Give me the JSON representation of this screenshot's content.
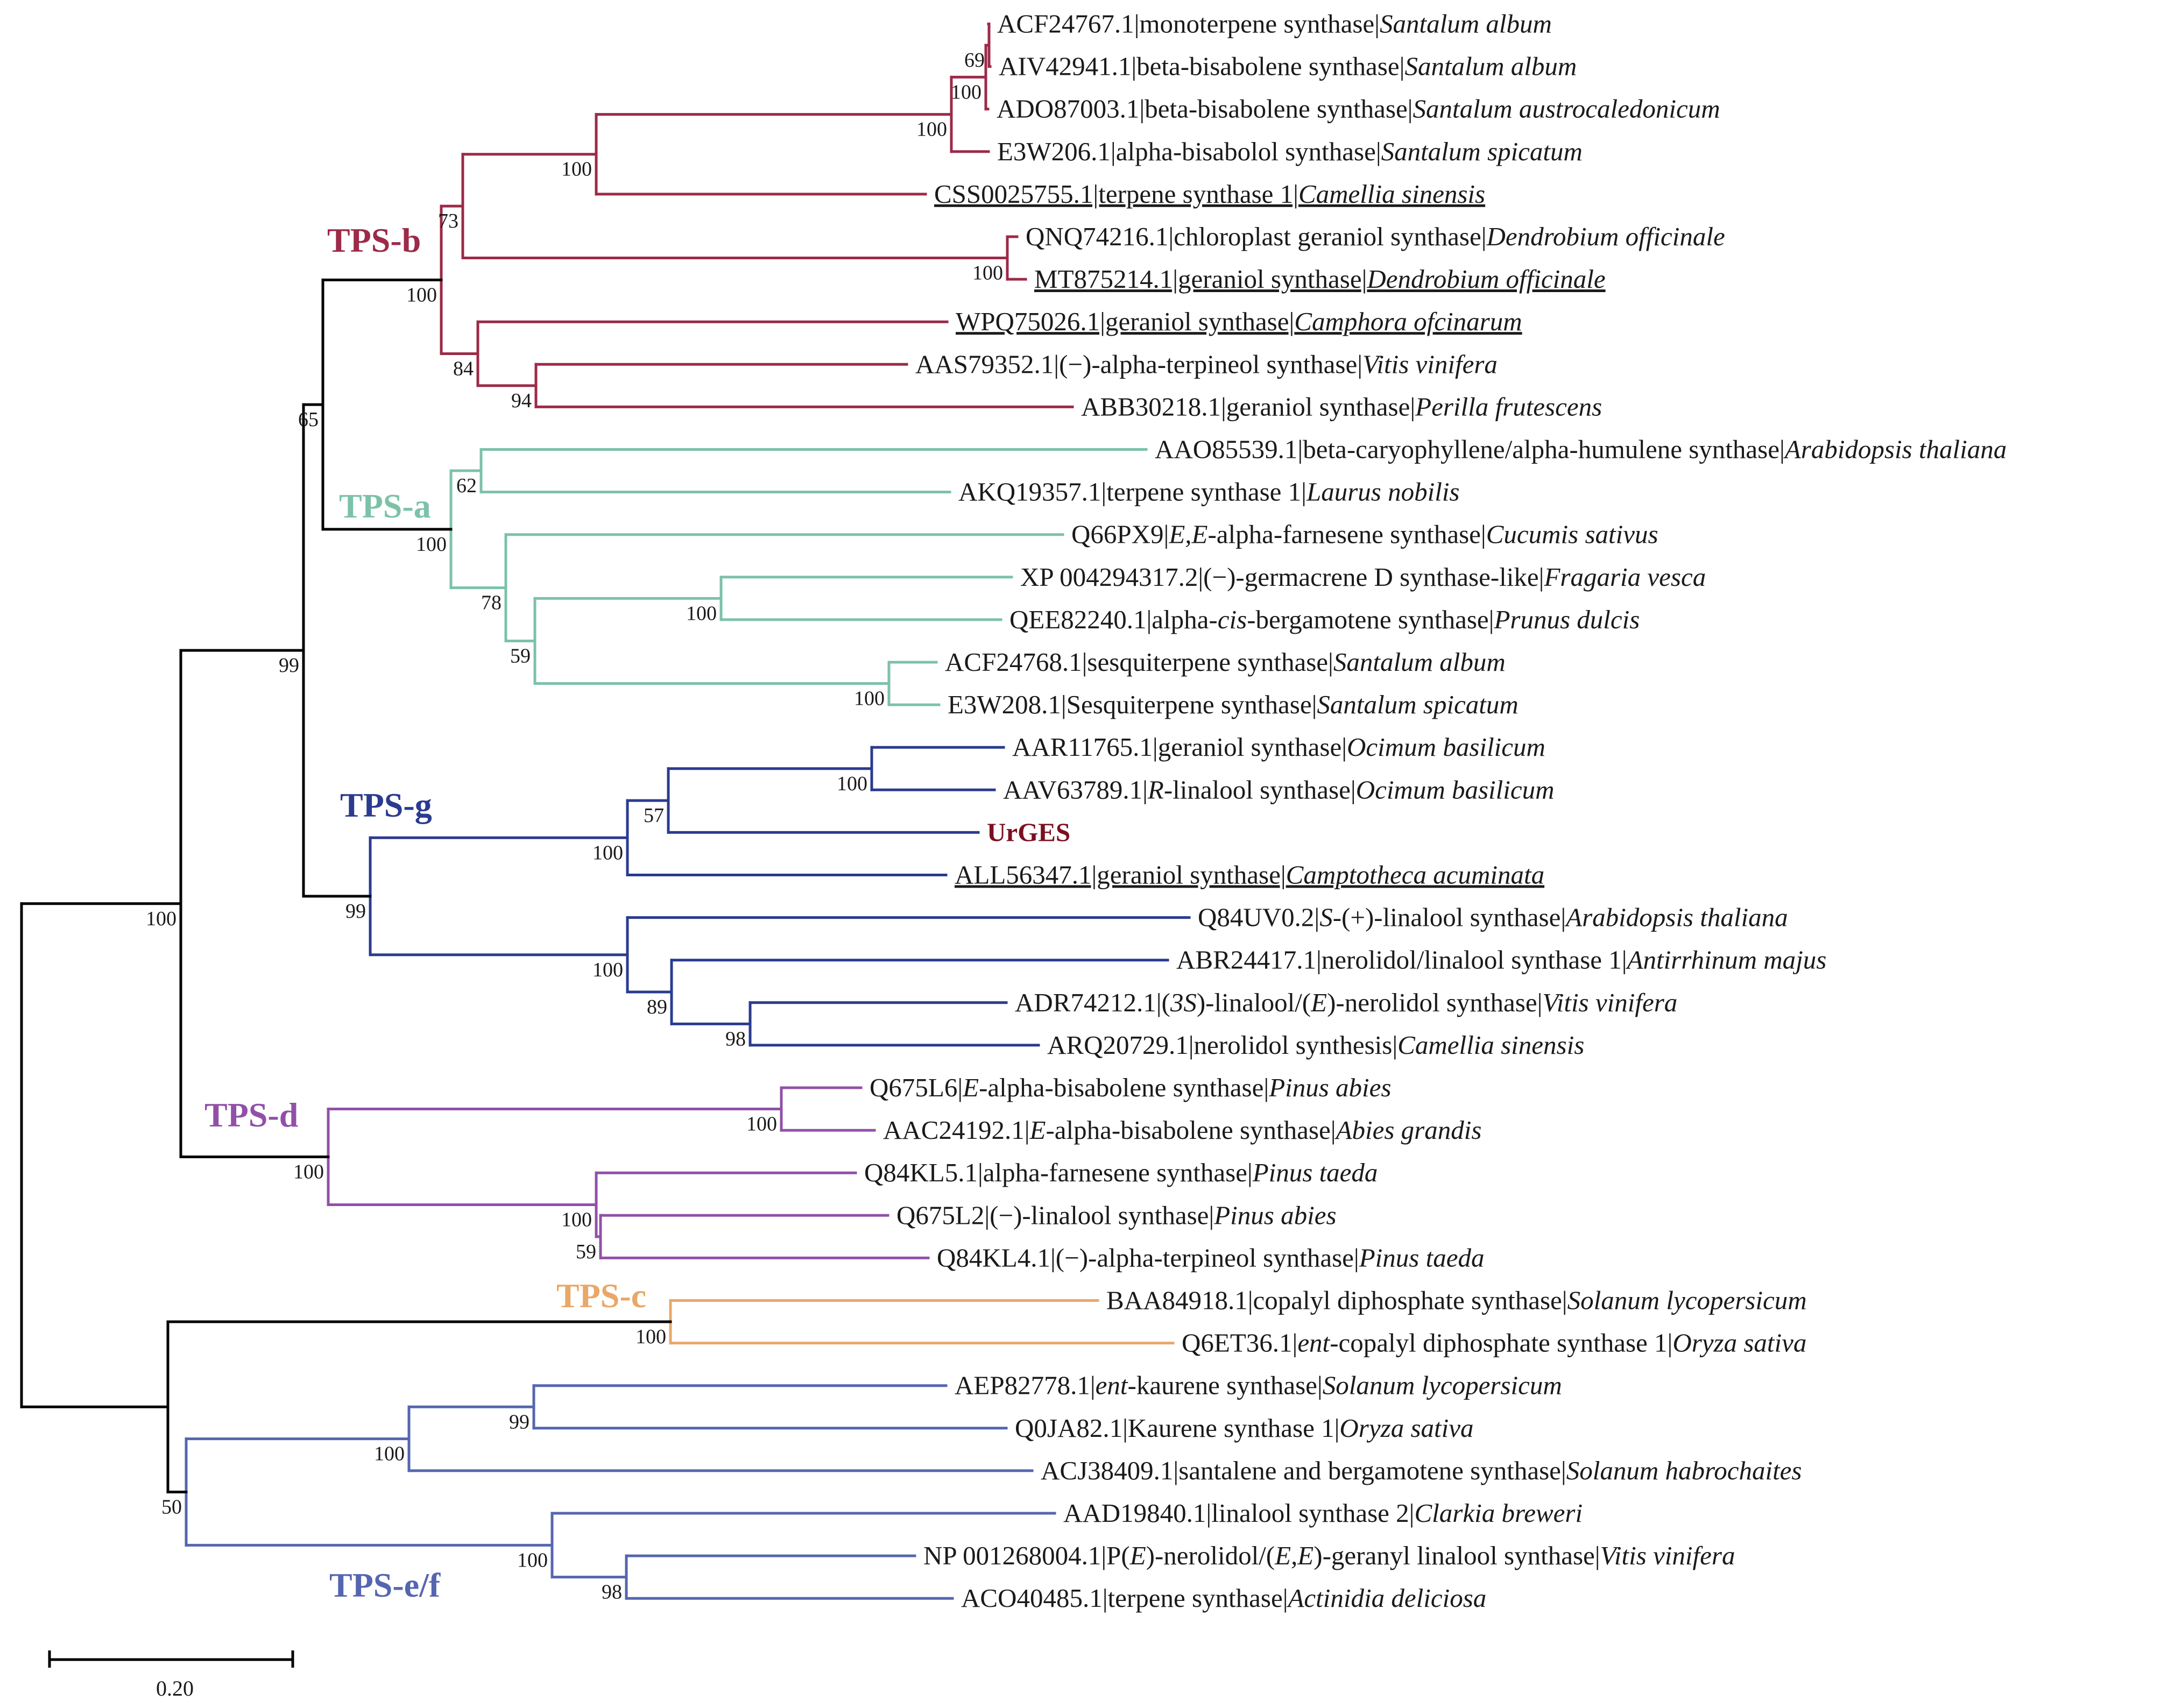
{
  "colors": {
    "root": "#000000",
    "TPS-b": "#9c2a48",
    "TPS-a": "#7cc2a8",
    "TPS-g": "#2a3b8f",
    "TPS-d": "#9150a8",
    "TPS-c": "#e8a868",
    "TPS-e/f": "#5566b0",
    "query": "#7a1020"
  },
  "clades": [
    {
      "id": "b",
      "label": "TPS-b",
      "color_key": "TPS-b"
    },
    {
      "id": "a",
      "label": "TPS-a",
      "color_key": "TPS-a"
    },
    {
      "id": "g",
      "label": "TPS-g",
      "color_key": "TPS-g"
    },
    {
      "id": "d",
      "label": "TPS-d",
      "color_key": "TPS-d"
    },
    {
      "id": "c",
      "label": "TPS-c",
      "color_key": "TPS-c"
    },
    {
      "id": "ef",
      "label": "TPS-e/f",
      "color_key": "TPS-e/f"
    }
  ],
  "taxa": [
    {
      "parts": [
        [
          "ACF24767.1|monoterpene synthase|",
          0
        ],
        [
          "Santalum album",
          1
        ]
      ]
    },
    {
      "parts": [
        [
          "AIV42941.1|beta-bisabolene synthase|",
          0
        ],
        [
          "Santalum album",
          1
        ]
      ]
    },
    {
      "parts": [
        [
          "ADO87003.1|beta-bisabolene synthase|",
          0
        ],
        [
          "Santalum austrocaledonicum",
          1
        ]
      ]
    },
    {
      "parts": [
        [
          "E3W206.1|alpha-bisabolol synthase|",
          0
        ],
        [
          "Santalum spicatum",
          1
        ]
      ]
    },
    {
      "parts": [
        [
          "CSS0025755.1|terpene synthase 1|",
          0
        ],
        [
          "Camellia sinensis",
          1
        ]
      ],
      "underline": true
    },
    {
      "parts": [
        [
          "QNQ74216.1|chloroplast geraniol synthase|",
          0
        ],
        [
          "Dendrobium officinale",
          1
        ]
      ]
    },
    {
      "parts": [
        [
          "MT875214.1|geraniol synthase|",
          0
        ],
        [
          "Dendrobium officinale",
          1
        ]
      ],
      "underline": true
    },
    {
      "parts": [
        [
          "WPQ75026.1|geraniol synthase|",
          0
        ],
        [
          "Camphora ofcinarum",
          1
        ]
      ],
      "underline": true
    },
    {
      "parts": [
        [
          "AAS79352.1|(−)-alpha-terpineol synthase|",
          0
        ],
        [
          "Vitis vinifera",
          1
        ]
      ]
    },
    {
      "parts": [
        [
          "ABB30218.1|geraniol synthase|",
          0
        ],
        [
          "Perilla frutescens",
          1
        ]
      ]
    },
    {
      "parts": [
        [
          "AAO85539.1|beta-caryophyllene/alpha-humulene synthase|",
          0
        ],
        [
          "Arabidopsis thaliana",
          1
        ]
      ]
    },
    {
      "parts": [
        [
          "AKQ19357.1|terpene synthase 1|",
          0
        ],
        [
          "Laurus nobilis",
          1
        ]
      ]
    },
    {
      "parts": [
        [
          "Q66PX9|",
          0
        ],
        [
          "E,E",
          1
        ],
        [
          "-alpha-farnesene synthase|",
          0
        ],
        [
          "Cucumis sativus",
          1
        ]
      ]
    },
    {
      "parts": [
        [
          "XP 004294317.2|(−)-germacrene D synthase-like|",
          0
        ],
        [
          "Fragaria vesca",
          1
        ]
      ]
    },
    {
      "parts": [
        [
          "QEE82240.1|alpha-",
          0
        ],
        [
          "cis",
          1
        ],
        [
          "-bergamotene synthase|",
          0
        ],
        [
          "Prunus dulcis",
          1
        ]
      ]
    },
    {
      "parts": [
        [
          "ACF24768.1|sesquiterpene synthase|",
          0
        ],
        [
          "Santalum album",
          1
        ]
      ]
    },
    {
      "parts": [
        [
          "E3W208.1|Sesquiterpene synthase|",
          0
        ],
        [
          "Santalum spicatum",
          1
        ]
      ]
    },
    {
      "parts": [
        [
          "AAR11765.1|geraniol synthase|",
          0
        ],
        [
          "Ocimum basilicum",
          1
        ]
      ]
    },
    {
      "parts": [
        [
          "AAV63789.1|",
          0
        ],
        [
          "R",
          1
        ],
        [
          "-linalool synthase|",
          0
        ],
        [
          "Ocimum basilicum",
          1
        ]
      ]
    },
    {
      "parts": [
        [
          "UrGES",
          0
        ]
      ],
      "query": true
    },
    {
      "parts": [
        [
          "ALL56347.1|geraniol synthase|",
          0
        ],
        [
          "Camptotheca acuminata",
          1
        ]
      ],
      "underline": true
    },
    {
      "parts": [
        [
          "Q84UV0.2|",
          0
        ],
        [
          "S",
          1
        ],
        [
          "-(+)-linalool synthase|",
          0
        ],
        [
          "Arabidopsis thaliana",
          1
        ]
      ]
    },
    {
      "parts": [
        [
          "ABR24417.1|nerolidol/linalool synthase 1|",
          0
        ],
        [
          "Antirrhinum majus",
          1
        ]
      ]
    },
    {
      "parts": [
        [
          "ADR74212.1|(",
          0
        ],
        [
          "3S",
          1
        ],
        [
          ")-linalool/(",
          0
        ],
        [
          "E",
          1
        ],
        [
          ")-nerolidol synthase|",
          0
        ],
        [
          "Vitis vinifera",
          1
        ]
      ]
    },
    {
      "parts": [
        [
          "ARQ20729.1|nerolidol synthesis|",
          0
        ],
        [
          "Camellia sinensis",
          1
        ]
      ]
    },
    {
      "parts": [
        [
          "Q675L6|",
          0
        ],
        [
          "E",
          1
        ],
        [
          "-alpha-bisabolene synthase|",
          0
        ],
        [
          "Pinus abies",
          1
        ]
      ]
    },
    {
      "parts": [
        [
          "AAC24192.1|",
          0
        ],
        [
          "E",
          1
        ],
        [
          "-alpha-bisabolene synthase|",
          0
        ],
        [
          "Abies grandis",
          1
        ]
      ]
    },
    {
      "parts": [
        [
          "Q84KL5.1|alpha-farnesene synthase|",
          0
        ],
        [
          "Pinus taeda",
          1
        ]
      ]
    },
    {
      "parts": [
        [
          "Q675L2|(−)-linalool synthase|",
          0
        ],
        [
          "Pinus abies",
          1
        ]
      ]
    },
    {
      "parts": [
        [
          "Q84KL4.1|(−)-alpha-terpineol synthase|",
          0
        ],
        [
          "Pinus taeda",
          1
        ]
      ]
    },
    {
      "parts": [
        [
          "BAA84918.1|copalyl diphosphate synthase|",
          0
        ],
        [
          "Solanum lycopersicum",
          1
        ]
      ]
    },
    {
      "parts": [
        [
          "Q6ET36.1|",
          0
        ],
        [
          "ent",
          1
        ],
        [
          "-copalyl diphosphate synthase 1|",
          0
        ],
        [
          "Oryza sativa",
          1
        ]
      ]
    },
    {
      "parts": [
        [
          "AEP82778.1|",
          0
        ],
        [
          "ent",
          1
        ],
        [
          "-kaurene synthase|",
          0
        ],
        [
          "Solanum lycopersicum",
          1
        ]
      ]
    },
    {
      "parts": [
        [
          "Q0JA82.1|Kaurene synthase 1|",
          0
        ],
        [
          "Oryza sativa",
          1
        ]
      ]
    },
    {
      "parts": [
        [
          "ACJ38409.1|santalene and bergamotene synthase|",
          0
        ],
        [
          "Solanum habrochaites",
          1
        ]
      ]
    },
    {
      "parts": [
        [
          "AAD19840.1|linalool synthase 2|",
          0
        ],
        [
          "Clarkia breweri",
          1
        ]
      ]
    },
    {
      "parts": [
        [
          "NP 001268004.1|P(",
          0
        ],
        [
          "E",
          1
        ],
        [
          ")-nerolidol/(",
          0
        ],
        [
          "E,E",
          1
        ],
        [
          ")-geranyl linalool synthase|",
          0
        ],
        [
          "Vitis vinifera",
          1
        ]
      ]
    },
    {
      "parts": [
        [
          "ACO40485.1|terpene synthase|",
          0
        ],
        [
          "Actinidia deliciosa",
          1
        ]
      ]
    }
  ],
  "bootstrap": [
    {
      "node": "n_0_1",
      "value": "69"
    },
    {
      "node": "n_0_2",
      "value": "100"
    },
    {
      "node": "n_0_3",
      "value": "100"
    },
    {
      "node": "n_0_4",
      "value": "100"
    },
    {
      "node": "n_0_4b",
      "value": "73"
    },
    {
      "node": "n_5_6",
      "value": "100"
    },
    {
      "node": "n_b_root",
      "value": "100"
    },
    {
      "node": "n_8_9",
      "value": "94"
    },
    {
      "node": "n_7_9",
      "value": "84"
    },
    {
      "node": "n_ba",
      "value": "65"
    },
    {
      "node": "n_10_11",
      "value": "62"
    },
    {
      "node": "n_13_14",
      "value": "100"
    },
    {
      "node": "n_15_16",
      "value": "100"
    },
    {
      "node": "n_13_16",
      "value": "59"
    },
    {
      "node": "n_12_16",
      "value": "78"
    },
    {
      "node": "n_a_root",
      "value": "100"
    },
    {
      "node": "n_17_18",
      "value": "100"
    },
    {
      "node": "n_17_19",
      "value": "57"
    },
    {
      "node": "n_17_20",
      "value": "100"
    },
    {
      "node": "n_23_24",
      "value": "98"
    },
    {
      "node": "n_22_24",
      "value": "89"
    },
    {
      "node": "n_21_24",
      "value": "100"
    },
    {
      "node": "n_g_root",
      "value": "99"
    },
    {
      "node": "n_bag",
      "value": "99"
    },
    {
      "node": "n_25_26",
      "value": "100"
    },
    {
      "node": "n_28_29",
      "value": "59"
    },
    {
      "node": "n_27_29",
      "value": "100"
    },
    {
      "node": "n_d_root",
      "value": "100"
    },
    {
      "node": "n_top",
      "value": "100"
    },
    {
      "node": "n_30_31",
      "value": "100"
    },
    {
      "node": "n_32_33",
      "value": "99"
    },
    {
      "node": "n_32_34",
      "value": "100"
    },
    {
      "node": "n_36_37",
      "value": "98"
    },
    {
      "node": "n_35_37",
      "value": "100"
    },
    {
      "node": "n_ef_root",
      "value": "50"
    }
  ],
  "scale_bar": {
    "label": "0.20"
  }
}
